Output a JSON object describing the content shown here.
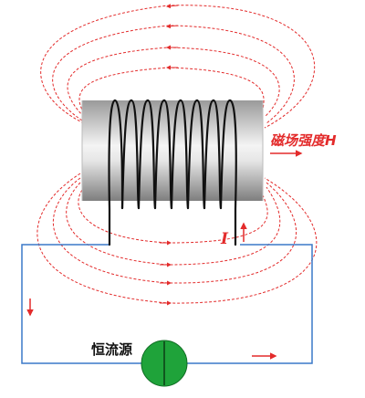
{
  "labels": {
    "field_strength": "磁场强度H",
    "current": "I",
    "power_source": "恒流源"
  },
  "colors": {
    "field_lines": "#e32b2b",
    "circuit_wire": "#3a78c8",
    "coil_wire": "#111111",
    "source_fill": "#1fa33a",
    "core_light": "#f2f2f2",
    "core_dark": "#8a8a8a"
  }
}
